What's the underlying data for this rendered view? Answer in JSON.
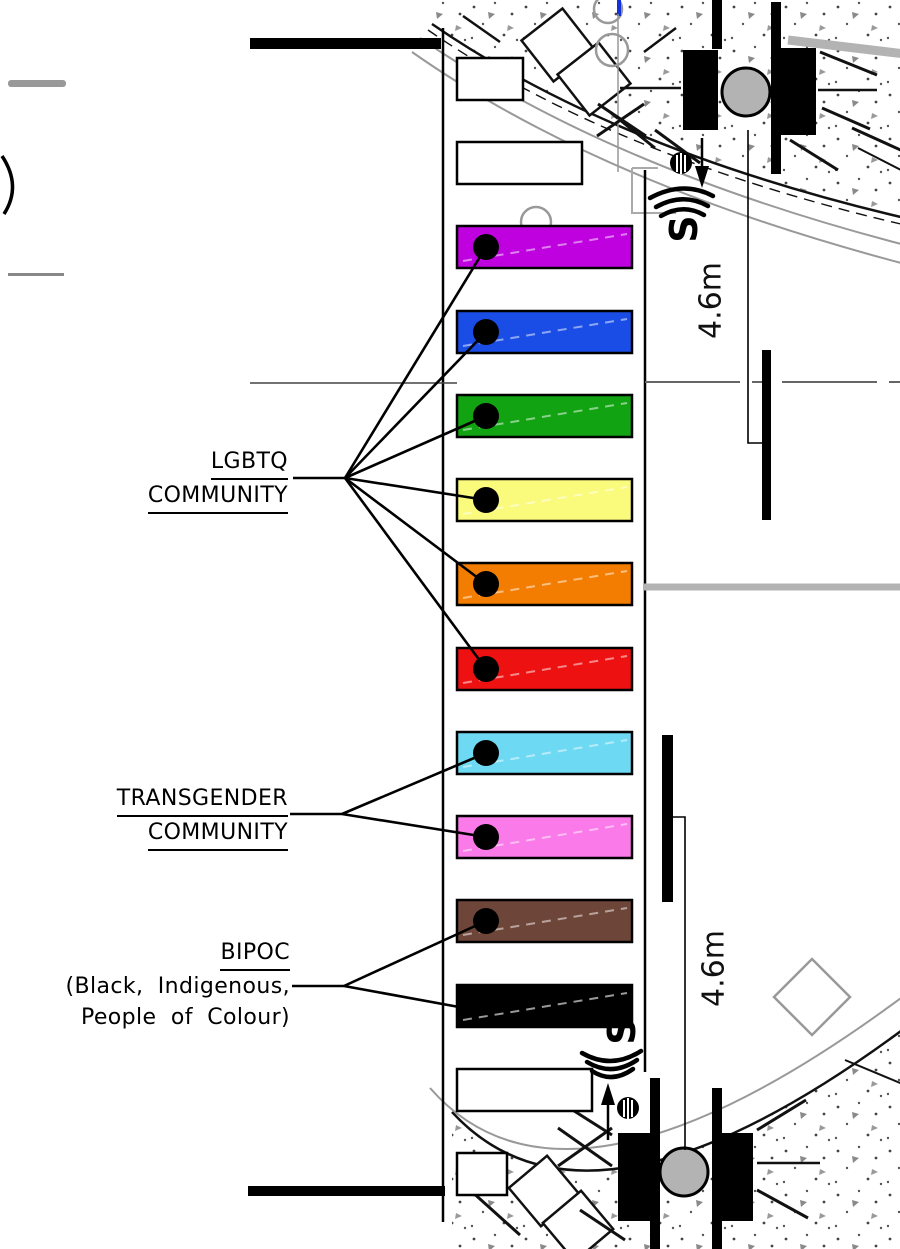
{
  "page": {
    "background": "#FFFFFF"
  },
  "legend": {
    "lgbtq": {
      "lines": [
        "LGBTQ",
        "COMMUNITY"
      ]
    },
    "transgender": {
      "lines": [
        "TRANSGENDER",
        "COMMUNITY"
      ]
    },
    "bipoc": {
      "title": "BIPOC",
      "subtitle_lines": [
        "(Black, Indigenous,",
        "People of Colour)"
      ]
    }
  },
  "dimensions": {
    "top": "4.6m",
    "bottom": "4.6m"
  },
  "signals": {
    "letter": "S"
  },
  "crosswalk": {
    "stripes": [
      {
        "name": "white",
        "color": "#FFFFFF",
        "community": null
      },
      {
        "name": "white",
        "color": "#FFFFFF",
        "community": null
      },
      {
        "name": "purple",
        "color": "#BF00DF",
        "community": "LGBTQ COMMUNITY"
      },
      {
        "name": "blue",
        "color": "#1A4DE6",
        "community": "LGBTQ COMMUNITY"
      },
      {
        "name": "green",
        "color": "#11A311",
        "community": "LGBTQ COMMUNITY"
      },
      {
        "name": "yellow",
        "color": "#FAFA7D",
        "community": "LGBTQ COMMUNITY"
      },
      {
        "name": "orange",
        "color": "#F27D00",
        "community": "LGBTQ COMMUNITY"
      },
      {
        "name": "red",
        "color": "#EE1111",
        "community": "LGBTQ COMMUNITY"
      },
      {
        "name": "light-blue",
        "color": "#6DD9F2",
        "community": "TRANSGENDER COMMUNITY"
      },
      {
        "name": "pink",
        "color": "#F97AE8",
        "community": "TRANSGENDER COMMUNITY"
      },
      {
        "name": "brown",
        "color": "#6E4639",
        "community": "BIPOC"
      },
      {
        "name": "black",
        "color": "#000000",
        "community": "BIPOC"
      },
      {
        "name": "white",
        "color": "#FFFFFF",
        "community": null
      },
      {
        "name": "white",
        "color": "#FFFFFF",
        "community": null
      }
    ]
  }
}
